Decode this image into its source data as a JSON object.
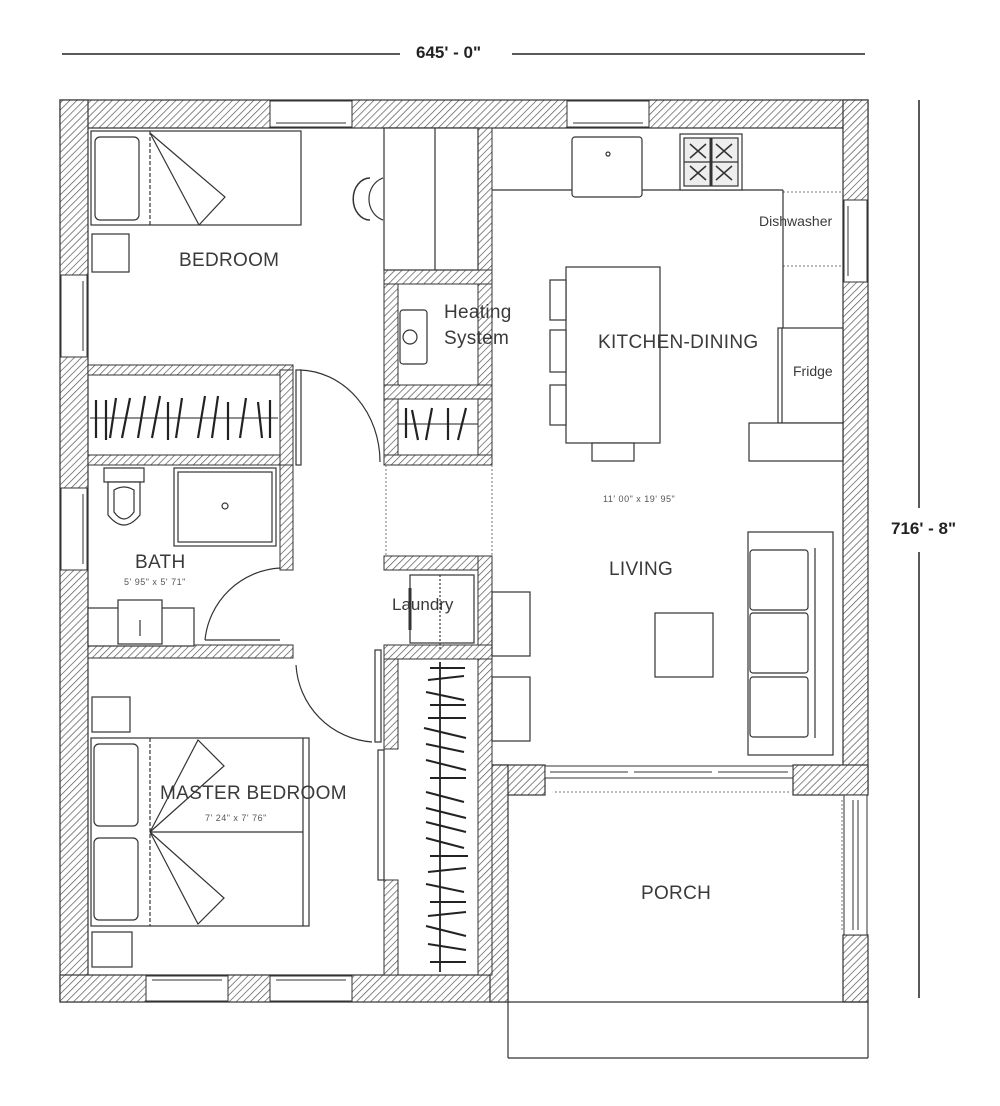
{
  "dimensions": {
    "width_label": "645' - 0\"",
    "height_label": "716' - 8\""
  },
  "rooms": {
    "bedroom": {
      "name": "BEDROOM"
    },
    "heating": {
      "name_line1": "Heating",
      "name_line2": "System"
    },
    "kitchen": {
      "name": "KITCHEN-DINING"
    },
    "dishwasher": {
      "name": "Dishwasher"
    },
    "fridge": {
      "name": "Fridge"
    },
    "living": {
      "name": "LIVING",
      "size": "11' 00\" x 19' 95\""
    },
    "bath": {
      "name": "BATH",
      "size": "5' 95\" x 5' 71\""
    },
    "laundry": {
      "name": "Laundry"
    },
    "master": {
      "name": "MASTER BEDROOM",
      "size": "7' 24\" x 7' 76\""
    },
    "porch": {
      "name": "PORCH"
    }
  },
  "colors": {
    "wall_line": "#333333",
    "hatch": "#555555",
    "text": "#3a3a3a"
  }
}
